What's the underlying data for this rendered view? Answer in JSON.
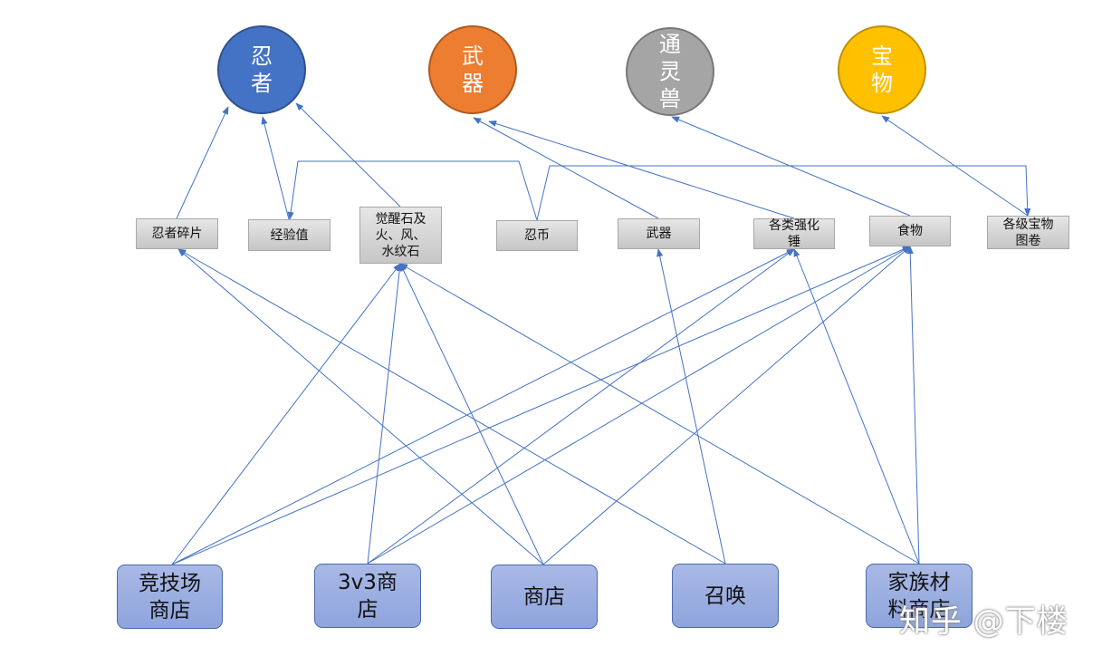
{
  "targets": [
    {
      "id": "ninja",
      "label": "忍\n者",
      "color": "#4472c4"
    },
    {
      "id": "weapon",
      "label": "武\n器",
      "color": "#ed7d31"
    },
    {
      "id": "beast",
      "label": "通\n灵\n兽",
      "color": "#a5a5a5"
    },
    {
      "id": "treasure",
      "label": "宝\n物",
      "color": "#ffc000"
    }
  ],
  "items": [
    {
      "id": "fragment",
      "label": "忍者碎片"
    },
    {
      "id": "exp",
      "label": "经验值"
    },
    {
      "id": "stone",
      "label": "觉醒石及\n火、风、\n水纹石"
    },
    {
      "id": "coin",
      "label": "忍币"
    },
    {
      "id": "weaponItem",
      "label": "武器"
    },
    {
      "id": "hammer",
      "label": "各类强化\n锤"
    },
    {
      "id": "food",
      "label": "食物"
    },
    {
      "id": "scroll",
      "label": "各级宝物\n图卷"
    }
  ],
  "sources": [
    {
      "id": "arena",
      "label": "竞技场\n商店"
    },
    {
      "id": "shop3v3",
      "label": "3v3商\n店"
    },
    {
      "id": "shop",
      "label": "商店"
    },
    {
      "id": "summon",
      "label": "召唤"
    },
    {
      "id": "family",
      "label": "家族材\n料商店"
    }
  ],
  "edges": [
    [
      "fragment",
      "ninja"
    ],
    [
      "exp",
      "ninja"
    ],
    [
      "stone",
      "ninja"
    ],
    [
      "coin",
      "exp"
    ],
    [
      "coin",
      "scroll"
    ],
    [
      "weaponItem",
      "weapon"
    ],
    [
      "hammer",
      "weapon"
    ],
    [
      "food",
      "beast"
    ],
    [
      "scroll",
      "treasure"
    ],
    [
      "arena",
      "stone"
    ],
    [
      "arena",
      "hammer"
    ],
    [
      "arena",
      "food"
    ],
    [
      "shop3v3",
      "stone"
    ],
    [
      "shop3v3",
      "hammer"
    ],
    [
      "shop3v3",
      "food"
    ],
    [
      "shop",
      "fragment"
    ],
    [
      "shop",
      "stone"
    ],
    [
      "shop",
      "food"
    ],
    [
      "summon",
      "fragment"
    ],
    [
      "summon",
      "weaponItem"
    ],
    [
      "family",
      "stone"
    ],
    [
      "family",
      "hammer"
    ],
    [
      "family",
      "food"
    ]
  ],
  "colors": {
    "edge": "#4472c4"
  },
  "watermark": "知乎 @下楼"
}
